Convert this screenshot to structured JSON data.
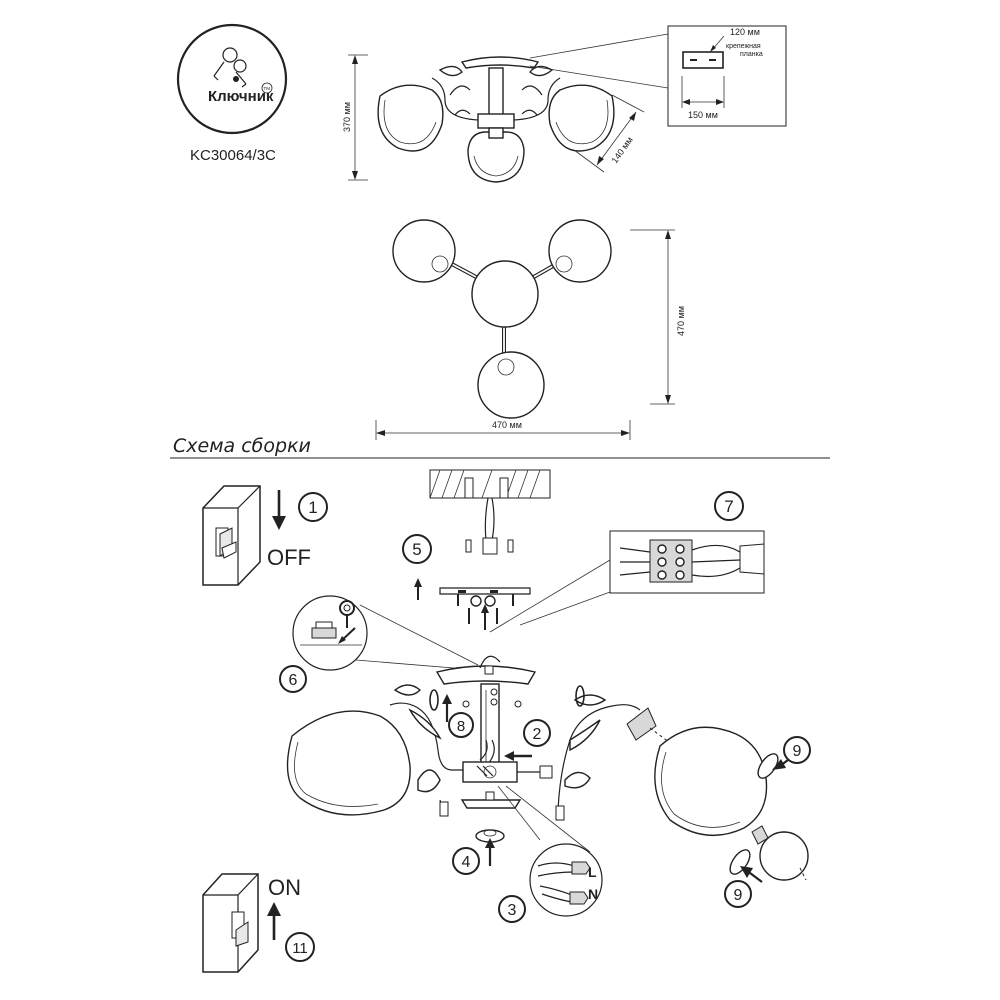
{
  "brand": {
    "name": "Ключник",
    "tm": "TM"
  },
  "model": "KC30064/3C",
  "dimensions": {
    "plate_width": "120 мм",
    "plate_label_line1": "крепежная",
    "plate_label_line2": "планка",
    "plate_length": "150 мм",
    "height": "370 мм",
    "shade_depth": "140 мм",
    "top_height": "470 мм",
    "top_width": "470 мм"
  },
  "assembly": {
    "title": "Схема сборки",
    "off_label": "OFF",
    "on_label": "ON",
    "wire_L": "L",
    "wire_N": "N",
    "steps": [
      "1",
      "2",
      "3",
      "4",
      "5",
      "6",
      "7",
      "8",
      "9",
      "9",
      "11"
    ]
  }
}
